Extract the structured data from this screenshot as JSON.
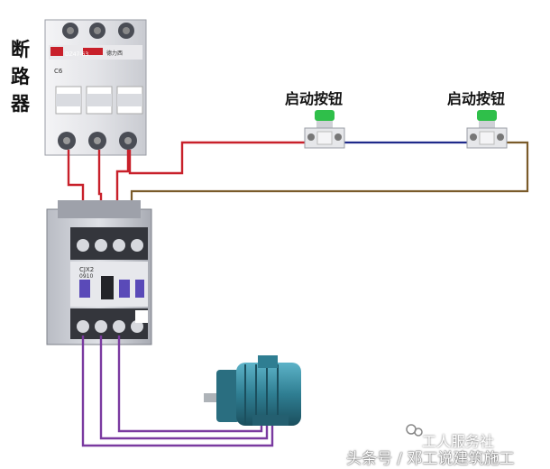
{
  "labels": {
    "breaker": "断路器",
    "button_1": "启动按钮",
    "button_2": "启动按钮",
    "breaker_brand": "德力西",
    "breaker_model": "DZ47-63",
    "breaker_rating": "C6",
    "contactor_model": "CJX2",
    "contactor_sub": "0910",
    "watermark_main": "头条号 / 邓工说建筑施工",
    "watermark_secondary": "工人服务社"
  },
  "colors": {
    "wire_red": "#c8202a",
    "wire_brown": "#7a5b2a",
    "wire_blue": "#1f2a8a",
    "wire_purple": "#7a3aa0",
    "button_green": "#2fbf4a",
    "contactor_body": "#cfd2d8",
    "contactor_window": "#5a4ab8",
    "motor_body": "#2f7e92"
  }
}
